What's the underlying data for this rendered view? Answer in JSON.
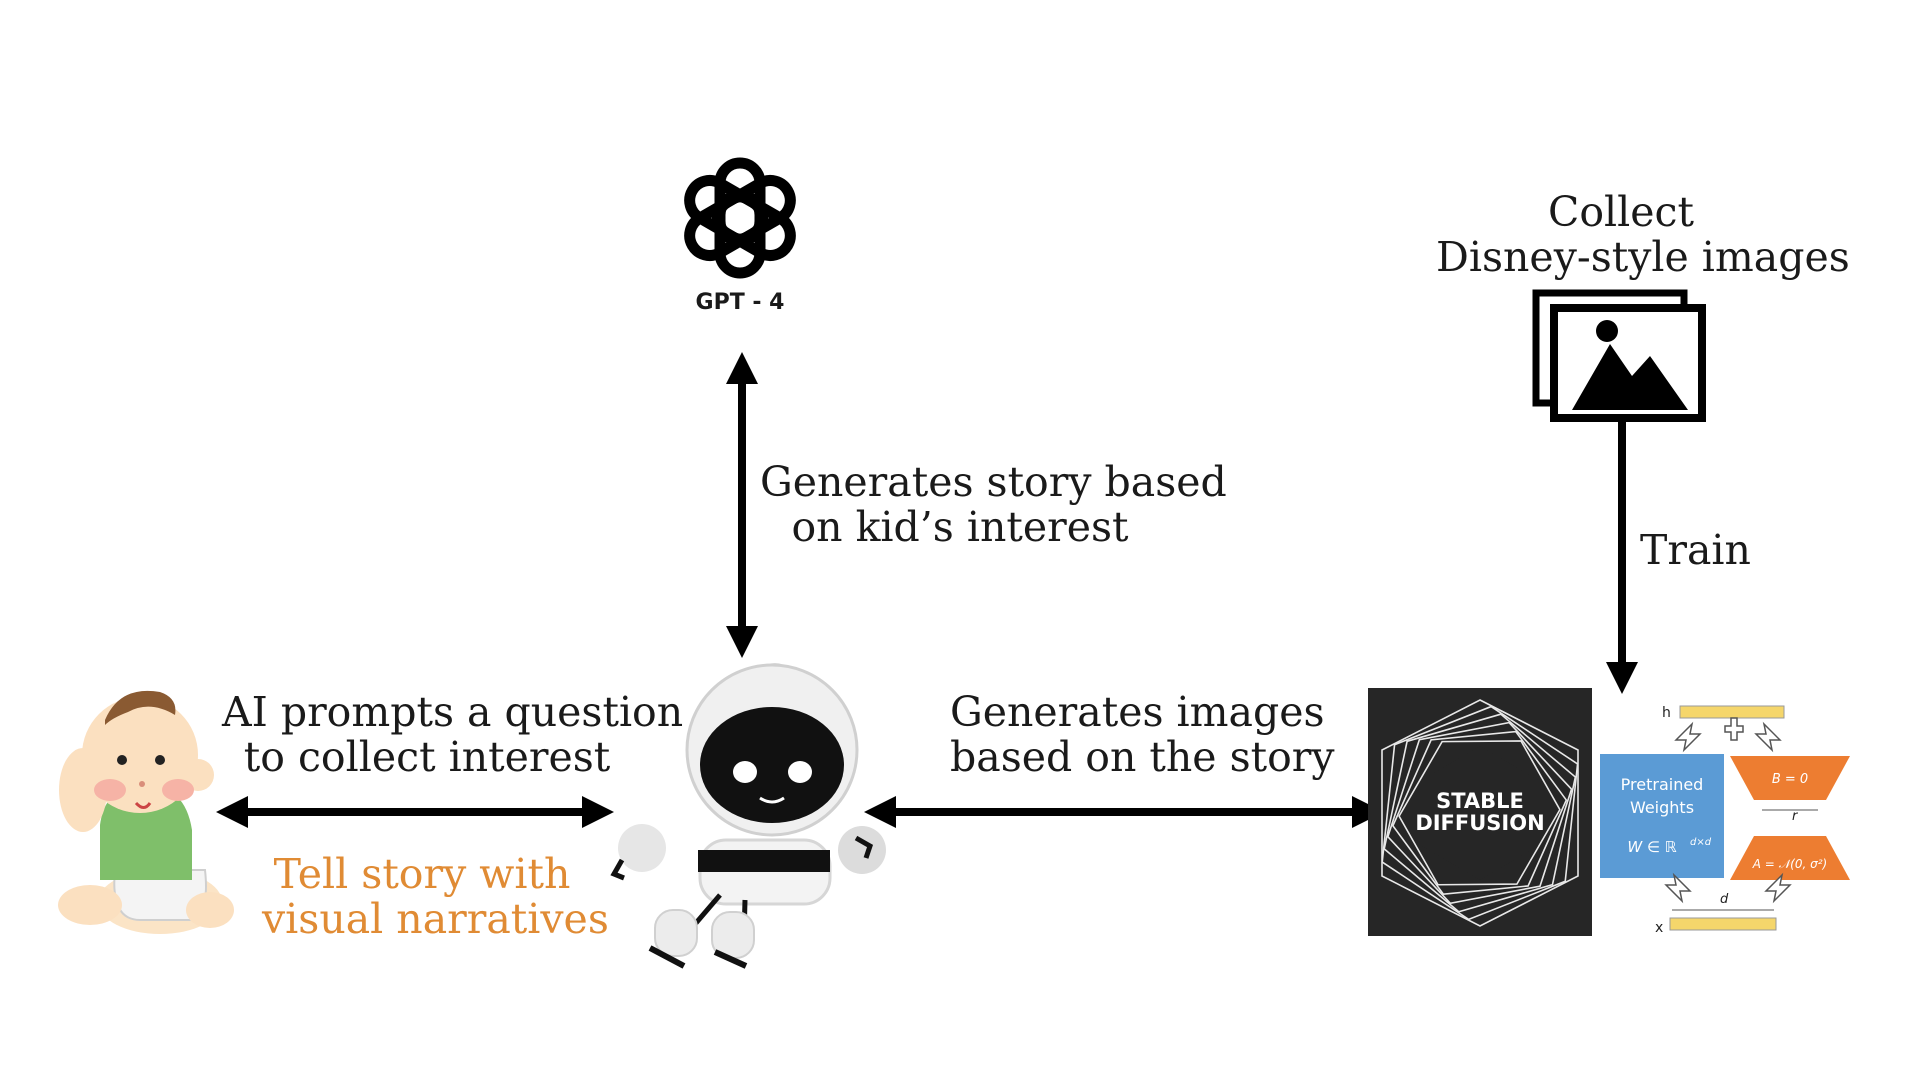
{
  "gpt": {
    "name": "GPT - 4",
    "icon": "openai-logo-icon"
  },
  "labels": {
    "story_line1": "Generates story based",
    "story_line2": "on kid’s interest",
    "collect_line1": "Collect",
    "collect_line2": "Disney-style images",
    "train": "Train",
    "prompt_line1": "AI prompts a question",
    "prompt_line2": "to collect interest",
    "tell_line1": "Tell story with",
    "tell_line2": "visual narratives",
    "images_line1": "Generates images",
    "images_line2": "based on the story"
  },
  "stable_diffusion": {
    "line1": "STABLE",
    "line2": "DIFFUSION"
  },
  "lora": {
    "pretrained_line1": "Pretrained",
    "pretrained_line2": "Weights",
    "w_formula": "W ∈ ℝ",
    "w_sup": "d×d",
    "b_formula": "B = 0",
    "a_formula": "A = 𝒩(0, σ²)",
    "h": "h",
    "x": "x",
    "r": "r",
    "d": "d"
  },
  "colors": {
    "arrow": "#000000",
    "accent_orange": "#e08b34",
    "lora_blue": "#5b9bd5",
    "lora_orange": "#ed7d31",
    "lora_yellow": "#f5d66b",
    "sd_bg": "#262626"
  }
}
